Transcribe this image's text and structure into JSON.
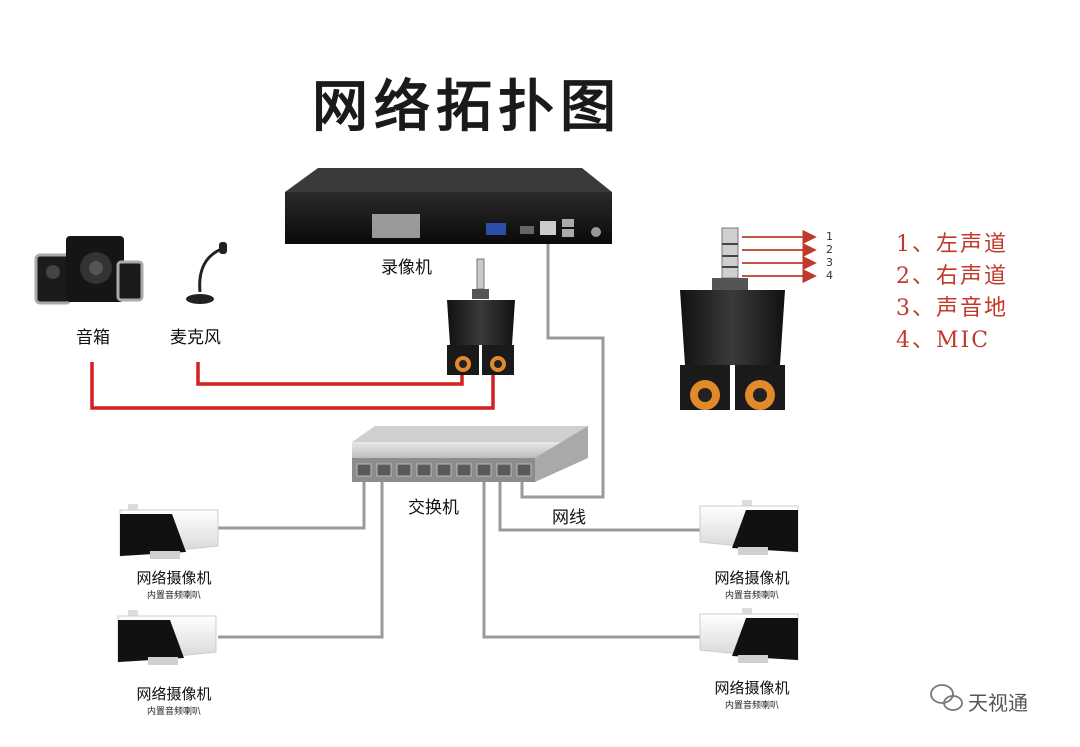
{
  "title": "网络拓扑图",
  "labels": {
    "nvr": "录像机",
    "speaker": "音箱",
    "mic": "麦克风",
    "switch": "交换机",
    "cable": "网线"
  },
  "cameras": [
    {
      "name": "网络摄像机",
      "sub": "内置音频喇叭"
    },
    {
      "name": "网络摄像机",
      "sub": "内置音频喇叭"
    },
    {
      "name": "网络摄像机",
      "sub": "内置音频喇叭"
    },
    {
      "name": "网络摄像机",
      "sub": "内置音频喇叭"
    }
  ],
  "pins": [
    "1",
    "2",
    "3",
    "4"
  ],
  "legend": [
    "1、左声道",
    "2、右声道",
    "3、声音地",
    "4、MIC"
  ],
  "watermark": "天视通",
  "colors": {
    "audio_cable": "#d61f1f",
    "network_cable": "#9a9a9a",
    "legend_text": "#c0392b"
  }
}
